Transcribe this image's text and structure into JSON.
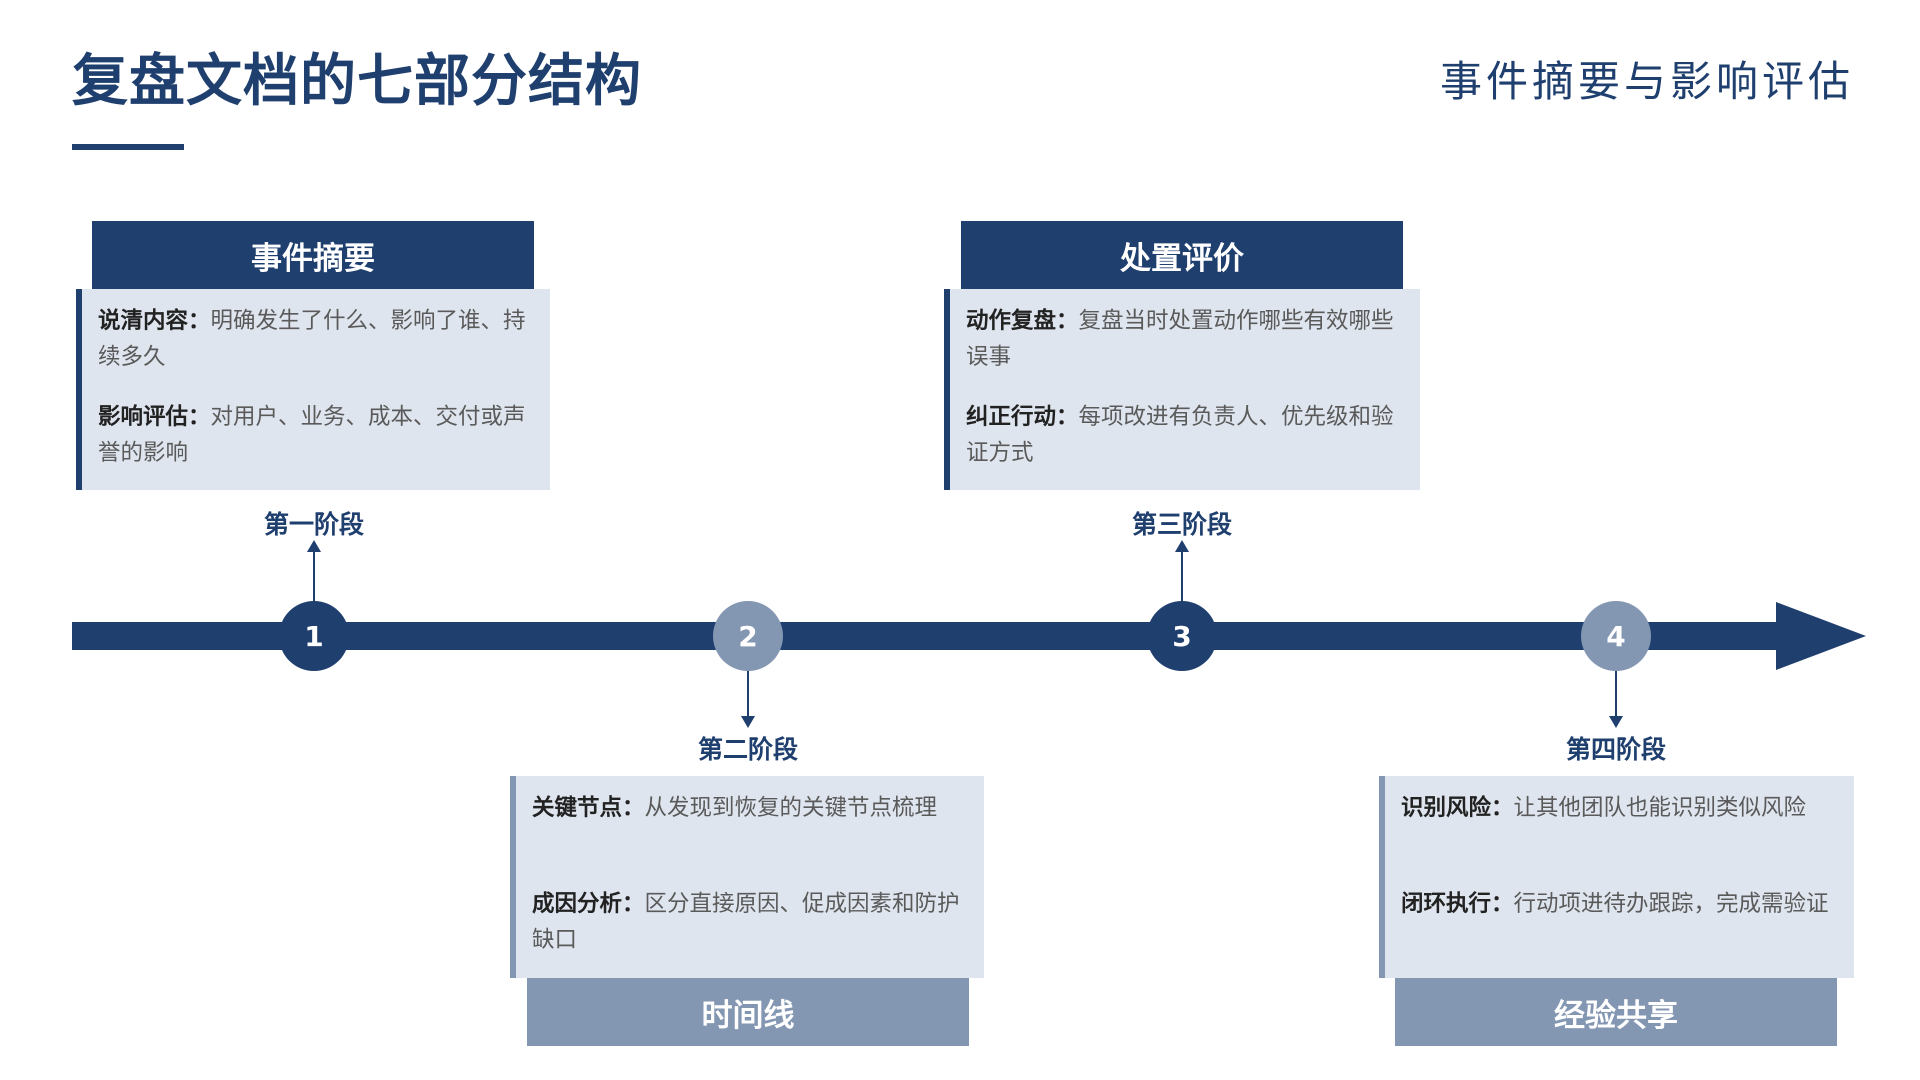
{
  "header": {
    "title": "复盘文档的七部分结构",
    "subtitle": "事件摘要与影响评估"
  },
  "colors": {
    "primary": "#1f3f6e",
    "secondary": "#8396b2",
    "box_bg": "#dfe5ee"
  },
  "stages": [
    {
      "number": "1",
      "label": "第一阶段",
      "header": "事件摘要",
      "items": [
        {
          "key": "说清内容：",
          "text": "明确发生了什么、影响了谁、持续多久"
        },
        {
          "key": "影响评估：",
          "text": "对用户、业务、成本、交付或声誉的影响"
        }
      ]
    },
    {
      "number": "2",
      "label": "第二阶段",
      "header": "时间线",
      "items": [
        {
          "key": "关键节点：",
          "text": "从发现到恢复的关键节点梳理"
        },
        {
          "key": "成因分析：",
          "text": "区分直接原因、促成因素和防护缺口"
        }
      ]
    },
    {
      "number": "3",
      "label": "第三阶段",
      "header": "处置评价",
      "items": [
        {
          "key": "动作复盘：",
          "text": "复盘当时处置动作哪些有效哪些误事"
        },
        {
          "key": "纠正行动：",
          "text": "每项改进有负责人、优先级和验证方式"
        }
      ]
    },
    {
      "number": "4",
      "label": "第四阶段",
      "header": "经验共享",
      "items": [
        {
          "key": "识别风险：",
          "text": "让其他团队也能识别类似风险"
        },
        {
          "key": "闭环执行：",
          "text": "行动项进待办跟踪，完成需验证"
        }
      ]
    }
  ]
}
